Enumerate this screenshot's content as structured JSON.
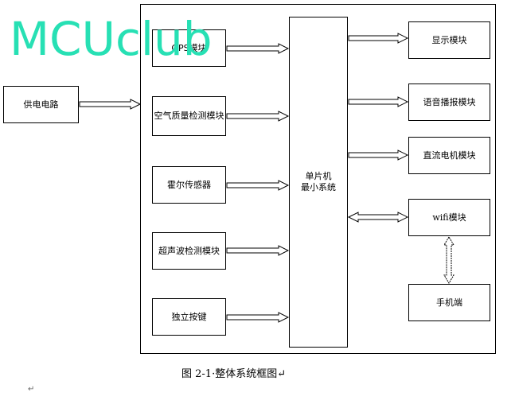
{
  "watermark": "MCUclub",
  "power_block": "供电电路",
  "inputs": [
    "GPS模块",
    "空气质量检测模块",
    "霍尔传感器",
    "超声波检测模块",
    "独立按键"
  ],
  "mcu": {
    "line1": "单片机",
    "line2": "最小系统"
  },
  "outputs": [
    "显示模块",
    "语音播报模块",
    "直流电机模块",
    "wifi模块",
    "手机端"
  ],
  "caption": "图 2-1·整体系统框图↵",
  "paragraph_mark": "↵"
}
